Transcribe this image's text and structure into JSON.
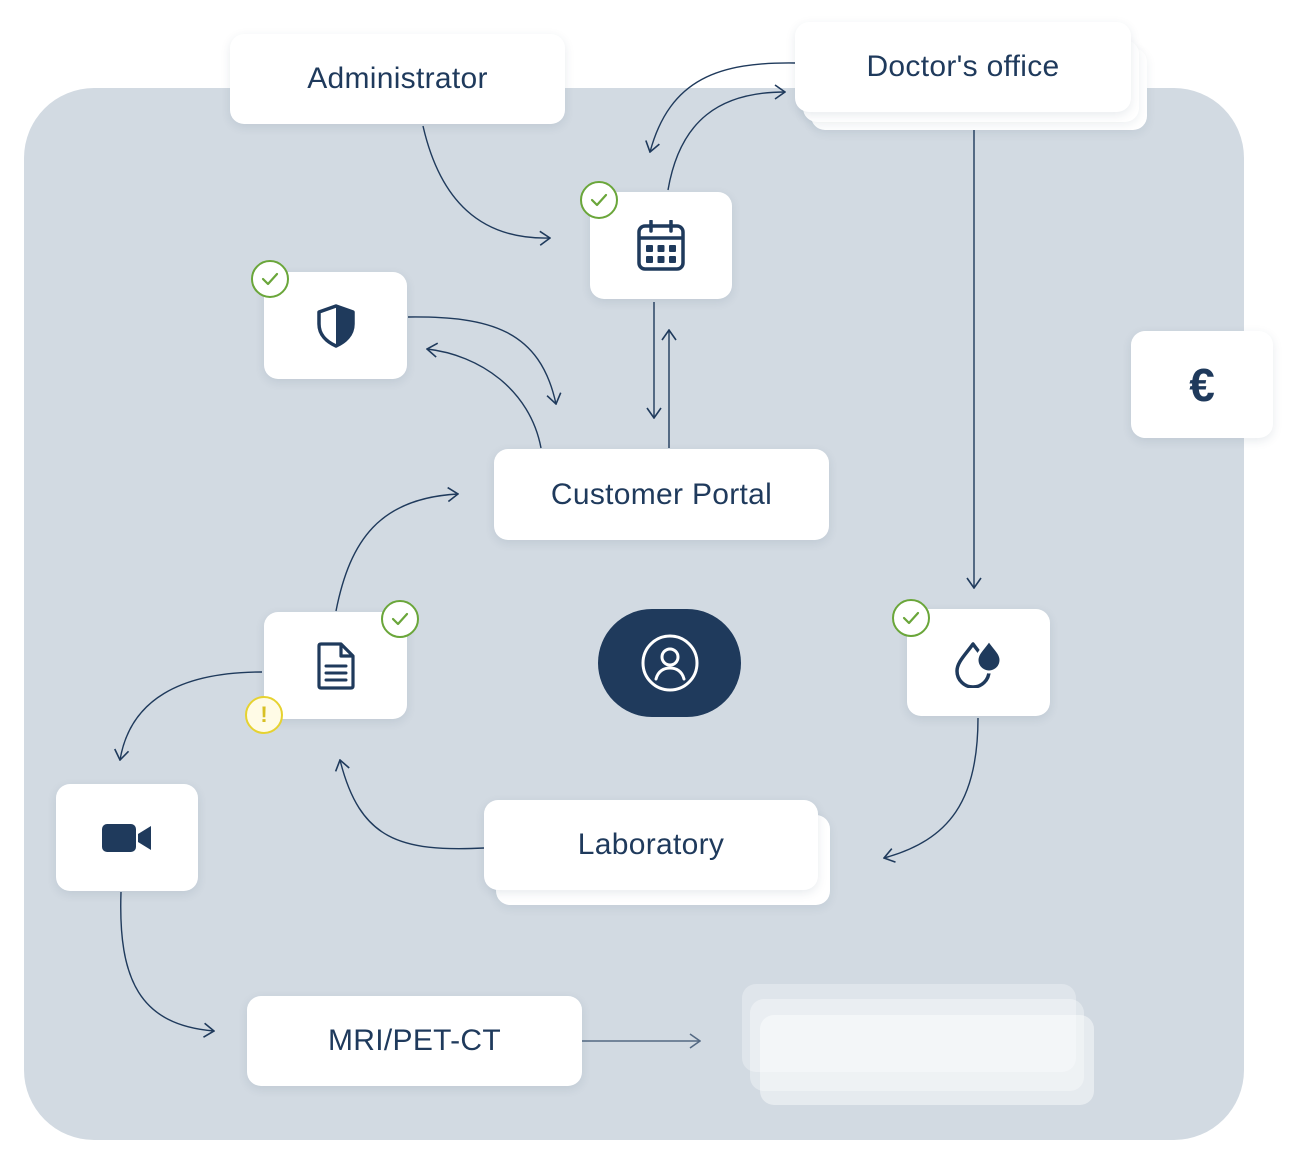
{
  "nodes": {
    "administrator": "Administrator",
    "doctors_office": "Doctor's office",
    "customer_portal": "Customer Portal",
    "laboratory": "Laboratory",
    "mri_pet_ct": "MRI/PET-CT"
  },
  "icons": {
    "calendar": "calendar-icon",
    "shield": "shield-icon",
    "document": "document-icon",
    "video": "video-camera-icon",
    "blood": "blood-drop-icon",
    "user": "user-icon",
    "euro": "euro-icon",
    "check": "check-icon",
    "warning": "warning-icon"
  },
  "symbols": {
    "euro": "€",
    "warning": "!"
  },
  "colors": {
    "background_panel": "#d2dae2",
    "navy": "#1f3a5c",
    "check_green": "#6aa63a",
    "warning_yellow": "#e6d230",
    "card": "#ffffff"
  }
}
